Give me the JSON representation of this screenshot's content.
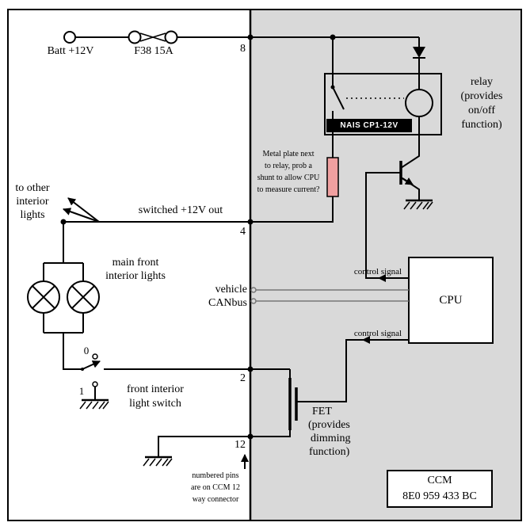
{
  "colors": {
    "module_background": "#d9d9d9",
    "shunt": "#f0a0a0",
    "wire": "#000000",
    "canbus_line": "#777777"
  },
  "power": {
    "battery_label": "Batt +12V",
    "fuse_label": "F38 15A"
  },
  "connector_pins": {
    "pin_supply": "8",
    "pin_switched_out": "4",
    "pin_switch": "2",
    "pin_ground": "12",
    "note_lines": [
      "numbered pins",
      "are on CCM 12",
      "way connector"
    ]
  },
  "left_circuit": {
    "to_other_lines": [
      "to other",
      "interior",
      "lights"
    ],
    "switched_out_label": "switched +12V out",
    "main_lights_lines": [
      "main front",
      "interior lights"
    ],
    "switch_label_lines": [
      "front interior",
      "light switch"
    ],
    "switch_pos_off": "0",
    "switch_pos_on": "1"
  },
  "module": {
    "relay_note_lines": [
      "relay",
      "(provides",
      "on/off",
      "function)"
    ],
    "relay_part": "NAIS CP1-12V",
    "shunt_note_lines": [
      "Metal plate next",
      "to relay, prob a",
      "shunt to allow CPU",
      "to measure current?"
    ],
    "control_signal_relay": "control signal",
    "control_signal_fet": "control signal",
    "cpu_label": "CPU",
    "canbus_label_lines": [
      "vehicle",
      "CANbus"
    ],
    "fet_note_lines": [
      "FET",
      "(provides",
      "dimming",
      "function)"
    ],
    "ccm_lines": [
      "CCM",
      "8E0 959 433 BC"
    ]
  }
}
